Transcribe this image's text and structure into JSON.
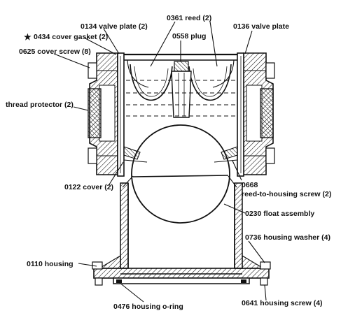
{
  "labels": {
    "valve_plate_left": "0134 valve plate (2)",
    "reed": "0361 reed (2)",
    "valve_plate_right": "0136 valve plate",
    "cover_gasket_mark": "★",
    "cover_gasket": "0434 cover gasket (2)",
    "cover_screw": "0625 cover screw (8)",
    "plug": "0558 plug",
    "thread_protector": "thread protector (2)",
    "reed_screw_num": "0668",
    "reed_screw": "reed-to-housing screw (2)",
    "cover": "0122 cover (2)",
    "float_assembly": "0230 float assembly",
    "housing_washer": "0736 housing washer (4)",
    "housing": "0110 housing",
    "housing_oring": "0476 housing o-ring",
    "housing_screw": "0641 housing screw (4)"
  },
  "colors": {
    "ink": "#111111",
    "paper": "#ffffff",
    "hatch": "#111111"
  }
}
